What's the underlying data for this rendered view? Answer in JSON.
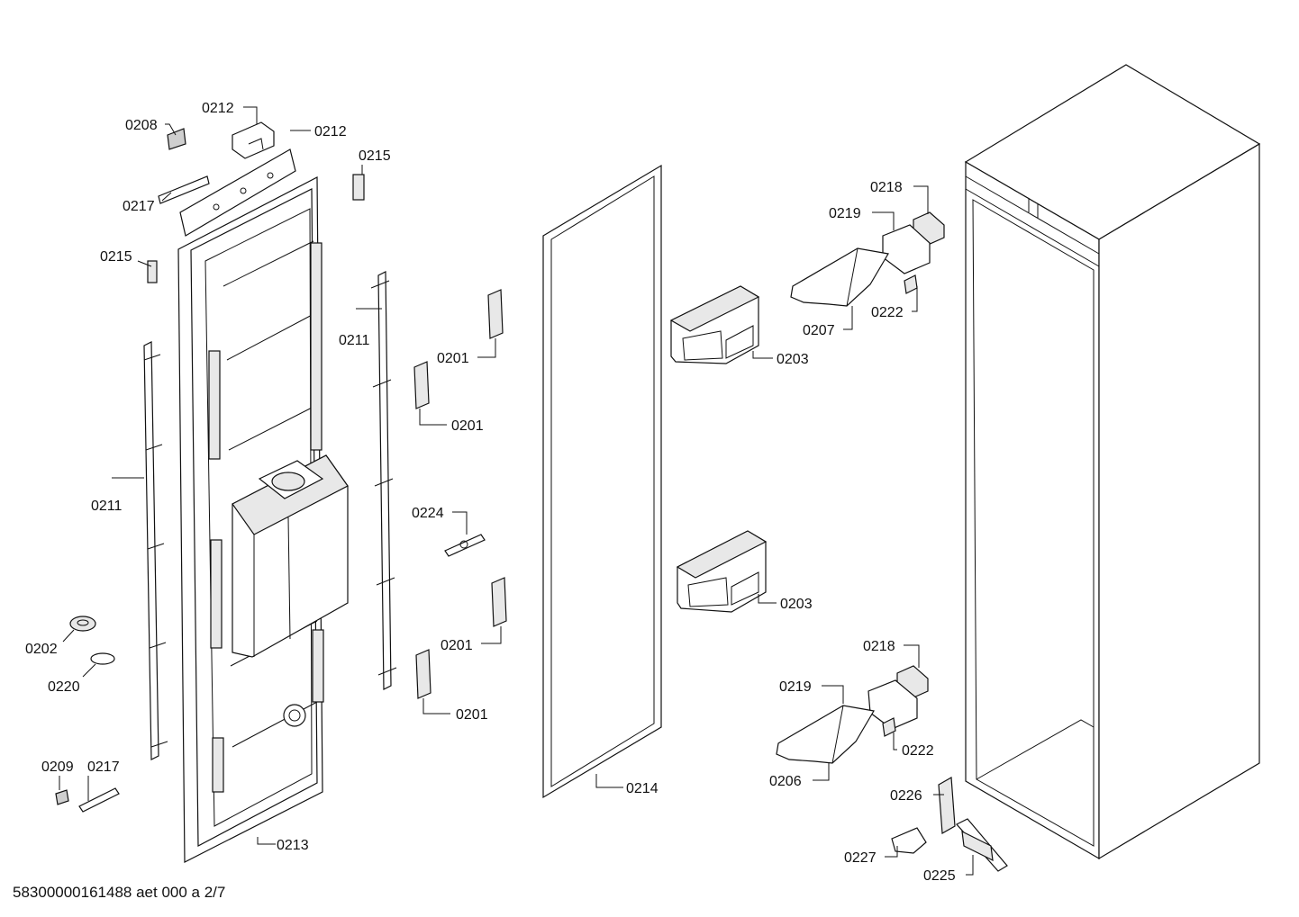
{
  "document_id": "58300000161488 aet 000 a 2/7",
  "parts": [
    {
      "id": "p0208",
      "label": "0208"
    },
    {
      "id": "p0212a",
      "label": "0212"
    },
    {
      "id": "p0212b",
      "label": "0212"
    },
    {
      "id": "p0215a",
      "label": "0215"
    },
    {
      "id": "p0217a",
      "label": "0217"
    },
    {
      "id": "p0215b",
      "label": "0215"
    },
    {
      "id": "p0211a",
      "label": "0211"
    },
    {
      "id": "p0211b",
      "label": "0211"
    },
    {
      "id": "p0201a",
      "label": "0201"
    },
    {
      "id": "p0201b",
      "label": "0201"
    },
    {
      "id": "p0224",
      "label": "0224"
    },
    {
      "id": "p0201c",
      "label": "0201"
    },
    {
      "id": "p0201d",
      "label": "0201"
    },
    {
      "id": "p0202",
      "label": "0202"
    },
    {
      "id": "p0220",
      "label": "0220"
    },
    {
      "id": "p0209",
      "label": "0209"
    },
    {
      "id": "p0217b",
      "label": "0217"
    },
    {
      "id": "p0213",
      "label": "0213"
    },
    {
      "id": "p0214",
      "label": "0214"
    },
    {
      "id": "p0203a",
      "label": "0203"
    },
    {
      "id": "p0203b",
      "label": "0203"
    },
    {
      "id": "p0218a",
      "label": "0218"
    },
    {
      "id": "p0219a",
      "label": "0219"
    },
    {
      "id": "p0207",
      "label": "0207"
    },
    {
      "id": "p0222a",
      "label": "0222"
    },
    {
      "id": "p0218b",
      "label": "0218"
    },
    {
      "id": "p0219b",
      "label": "0219"
    },
    {
      "id": "p0222b",
      "label": "0222"
    },
    {
      "id": "p0206",
      "label": "0206"
    },
    {
      "id": "p0226",
      "label": "0226"
    },
    {
      "id": "p0227",
      "label": "0227"
    },
    {
      "id": "p0225",
      "label": "0225"
    }
  ]
}
